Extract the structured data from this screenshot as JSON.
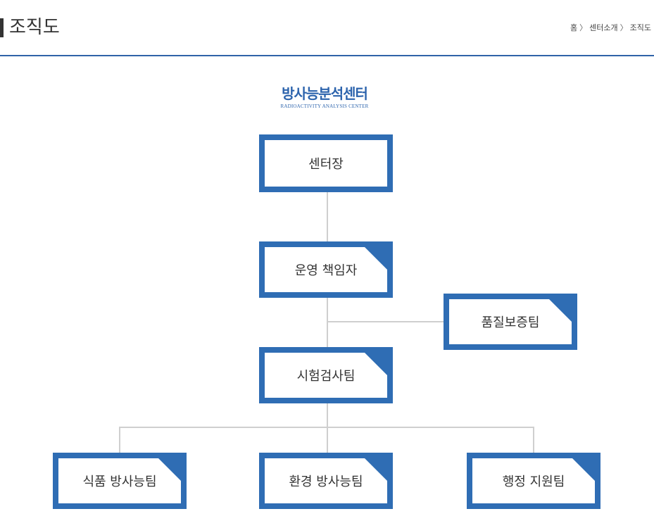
{
  "header": {
    "title": "조직도",
    "breadcrumb": [
      "홈",
      "센터소개",
      "조직도"
    ],
    "breadcrumb_separator": "〉"
  },
  "org_chart": {
    "title_ko": "방사능분석센터",
    "title_en": "RADIOACTIVITY ANALYSIS CENTER",
    "director": "센터장",
    "operations_manager": "운영 책임자",
    "quality_team": "품질보증팀",
    "testing_team": "시험검사팀",
    "teams": [
      "식품 방사능팀",
      "환경 방사능팀",
      "행정 지원팀"
    ]
  },
  "colors": {
    "accent": "#2f6db4",
    "title_text": "#2d64ad",
    "connector": "#cfcfcf",
    "header_rule": "#2f63a8"
  }
}
